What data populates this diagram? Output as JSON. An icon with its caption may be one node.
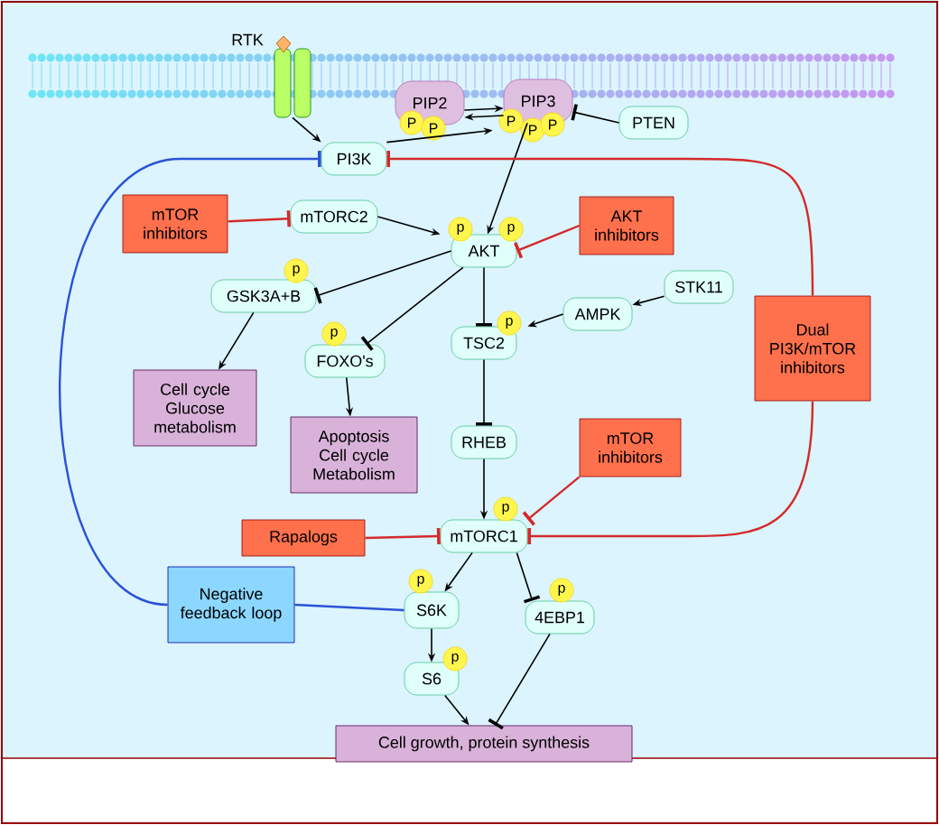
{
  "diagram": {
    "nodes": [
      {
        "text": [
          "RTK"
        ]
      },
      {
        "text": [
          "PIP2"
        ]
      },
      {
        "text": [
          "P"
        ]
      },
      {
        "text": [
          "P"
        ]
      },
      {
        "text": [
          "PIP3"
        ]
      },
      {
        "text": [
          "P"
        ]
      },
      {
        "text": [
          "P"
        ]
      },
      {
        "text": [
          "P"
        ]
      },
      {
        "text": [
          "PTEN"
        ]
      },
      {
        "text": [
          "PI3K"
        ]
      },
      {
        "text": [
          "mTOR inhibitors"
        ]
      },
      {
        "text": [
          "mTORC2"
        ]
      },
      {
        "text": [
          "AKT"
        ]
      },
      {
        "text": [
          "p"
        ]
      },
      {
        "text": [
          "p"
        ]
      },
      {
        "text": [
          "AKT inhibitors"
        ]
      },
      {
        "text": [
          "GSK3A+B"
        ]
      },
      {
        "text": [
          "p"
        ]
      },
      {
        "text": [
          "STK11"
        ]
      },
      {
        "text": [
          "AMPK"
        ]
      },
      {
        "text": [
          "FOXO's"
        ]
      },
      {
        "text": [
          "p"
        ]
      },
      {
        "text": [
          "TSC2"
        ]
      },
      {
        "text": [
          "p"
        ]
      },
      {
        "text": [
          "Dual PI3K/mTOR inhibitors"
        ]
      },
      {
        "text": [
          "Cell cycle Glucose metabolism"
        ]
      },
      {
        "text": [
          "Apoptosis Cell cycle Metabolism"
        ]
      },
      {
        "text": [
          "RHEB"
        ]
      },
      {
        "text": [
          "mTOR inhibitors"
        ]
      },
      {
        "text": [
          "mTORC1"
        ]
      },
      {
        "text": [
          "p"
        ]
      },
      {
        "text": [
          "Rapalogs"
        ]
      },
      {
        "text": [
          "Negative feedback loop"
        ]
      },
      {
        "text": [
          "S6K"
        ]
      },
      {
        "text": [
          "p"
        ]
      },
      {
        "text": [
          "4EBP1"
        ]
      },
      {
        "text": [
          "p"
        ]
      },
      {
        "text": [
          "S6"
        ]
      },
      {
        "text": [
          "p"
        ]
      },
      {
        "text": [
          "Cell growth, protein synthesis"
        ]
      }
    ],
    "edges": [
      {
        "from": 0,
        "to": 9,
        "arrow": "to"
      },
      {
        "from": 9,
        "to": 4,
        "arrow": "to"
      },
      {
        "from": 1,
        "to": 4,
        "arrow": "to"
      },
      {
        "from": 4,
        "to": 1,
        "arrow": "to"
      },
      {
        "from": 8,
        "to": 4,
        "arrow": "other"
      },
      {
        "from": 4,
        "to": 12,
        "arrow": "to"
      },
      {
        "from": 32,
        "to": 9,
        "arrow": "other",
        "color": "#2a52d6"
      },
      {
        "from": 24,
        "to": 9,
        "arrow": "other",
        "color": "#d42a2a"
      },
      {
        "from": 10,
        "to": 11,
        "arrow": "other",
        "color": "#d42a2a"
      },
      {
        "from": 11,
        "to": 12,
        "arrow": "to"
      },
      {
        "from": 15,
        "to": 12,
        "arrow": "other",
        "color": "#d42a2a"
      },
      {
        "from": 12,
        "to": 16,
        "arrow": "other"
      },
      {
        "from": 12,
        "to": 20,
        "arrow": "other"
      },
      {
        "from": 12,
        "to": 22,
        "arrow": "other"
      },
      {
        "from": 18,
        "to": 19,
        "arrow": "to"
      },
      {
        "from": 19,
        "to": 22,
        "arrow": "to"
      },
      {
        "from": 16,
        "to": 25,
        "arrow": "to"
      },
      {
        "from": 20,
        "to": 26,
        "arrow": "to"
      },
      {
        "from": 22,
        "to": 27,
        "arrow": "other"
      },
      {
        "from": 27,
        "to": 29,
        "arrow": "to"
      },
      {
        "from": 28,
        "to": 29,
        "arrow": "other",
        "color": "#d42a2a"
      },
      {
        "from": 31,
        "to": 29,
        "arrow": "other",
        "color": "#d42a2a"
      },
      {
        "from": 24,
        "to": 29,
        "arrow": "other",
        "color": "#d42a2a"
      },
      {
        "from": 29,
        "to": 33,
        "arrow": "to"
      },
      {
        "from": 29,
        "to": 35,
        "arrow": "other"
      },
      {
        "from": 33,
        "to": 37,
        "arrow": "to"
      },
      {
        "from": 37,
        "to": 39,
        "arrow": "to"
      },
      {
        "from": 35,
        "to": 39,
        "arrow": "other"
      },
      {
        "from": 33,
        "to": 32,
        "arrow": "none",
        "color": "#2a52d6"
      }
    ]
  }
}
